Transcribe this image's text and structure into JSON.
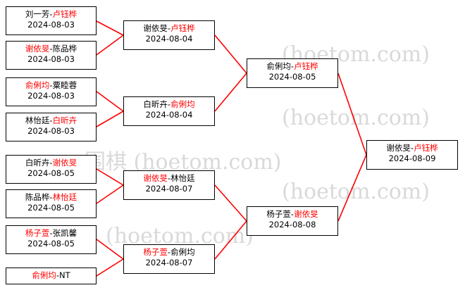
{
  "watermark": {
    "texts": [
      "(hoetom.com)",
      "(hoetom.com)",
      "(hoetom.com)",
      "(hoetom.com)",
      "围棋 (hoetom.com)"
    ]
  },
  "bracket": {
    "title": "",
    "rounds": [
      {
        "name": "round-1",
        "nodes": [
          {
            "id": "r1n1",
            "left": "刘一芳",
            "left_color": "black",
            "right": "卢钰桦",
            "right_color": "red",
            "date": "2024-08-03"
          },
          {
            "id": "r1n2",
            "left": "谢依旻",
            "left_color": "red",
            "right": "陈品桦",
            "right_color": "black",
            "date": "2024-08-03"
          },
          {
            "id": "r1n3",
            "left": "俞俐均",
            "left_color": "red",
            "right": "粟睦蓉",
            "right_color": "black",
            "date": "2024-08-03"
          },
          {
            "id": "r1n4",
            "left": "林怡廷",
            "left_color": "black",
            "right": "白昕卉",
            "right_color": "red",
            "date": "2024-08-03"
          },
          {
            "id": "r1n5",
            "left": "白昕卉",
            "left_color": "black",
            "right": "谢依旻",
            "right_color": "red",
            "date": "2024-08-05"
          },
          {
            "id": "r1n6",
            "left": "陈品桦",
            "left_color": "black",
            "right": "林怡廷",
            "right_color": "red",
            "date": "2024-08-05"
          },
          {
            "id": "r1n7",
            "left": "杨子萱",
            "left_color": "red",
            "right": "张凯馨",
            "right_color": "black",
            "date": "2024-08-05"
          },
          {
            "id": "r1n8",
            "left": "俞俐均",
            "left_color": "red",
            "right": "NT",
            "right_color": "black",
            "date": ""
          }
        ]
      },
      {
        "name": "round-2",
        "nodes": [
          {
            "id": "r2n1",
            "left": "谢依旻",
            "left_color": "black",
            "right": "卢钰桦",
            "right_color": "red",
            "date": "2024-08-04"
          },
          {
            "id": "r2n2",
            "left": "白昕卉",
            "left_color": "black",
            "right": "俞俐均",
            "right_color": "red",
            "date": "2024-08-04"
          },
          {
            "id": "r2n3",
            "left": "谢依旻",
            "left_color": "red",
            "right": "林怡廷",
            "right_color": "black",
            "date": "2024-08-07"
          },
          {
            "id": "r2n4",
            "left": "杨子萱",
            "left_color": "red",
            "right": "俞俐均",
            "right_color": "black",
            "date": "2024-08-07"
          }
        ]
      },
      {
        "name": "round-3",
        "nodes": [
          {
            "id": "r3n1",
            "left": "俞俐均",
            "left_color": "black",
            "right": "卢钰桦",
            "right_color": "red",
            "date": "2024-08-05"
          },
          {
            "id": "r3n2",
            "left": "杨子萱",
            "left_color": "black",
            "right": "谢依旻",
            "right_color": "red",
            "date": "2024-08-08"
          }
        ]
      },
      {
        "name": "round-4",
        "nodes": [
          {
            "id": "r4n1",
            "left": "谢依旻",
            "left_color": "black",
            "right": "卢钰桦",
            "right_color": "red",
            "date": "2024-08-09"
          }
        ]
      }
    ]
  },
  "colors": {
    "winner": "#ff0000",
    "loser": "#000000",
    "connector": "#ff0000",
    "box_border": "#000000",
    "background": "#ffffff",
    "watermark": "#d9d9d9"
  }
}
